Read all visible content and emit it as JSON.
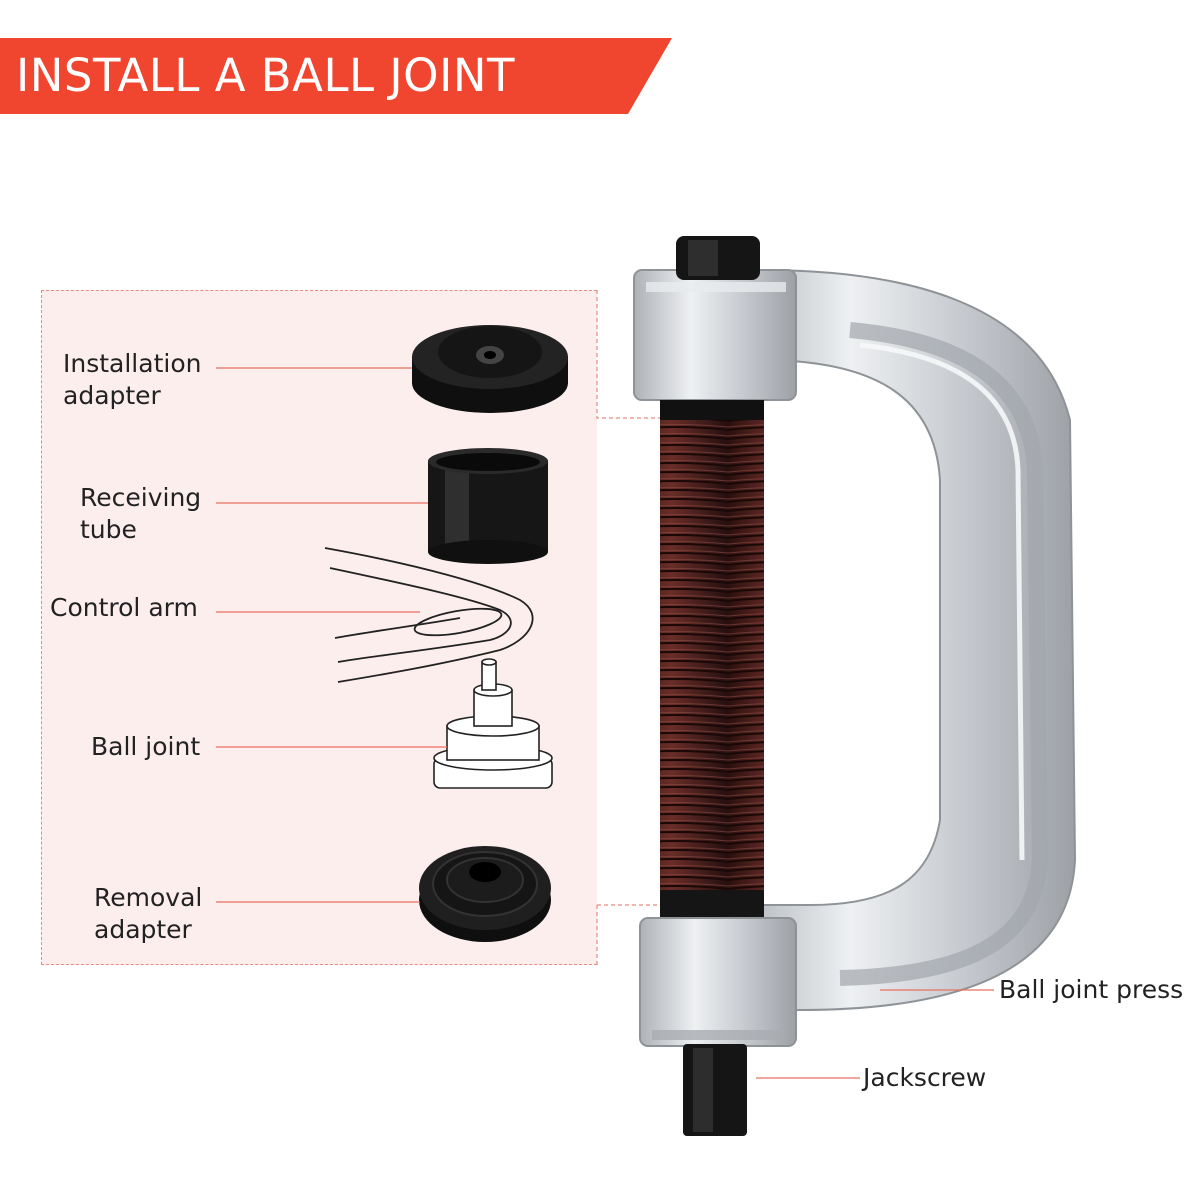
{
  "banner": {
    "title": "INSTALL A BALL JOINT",
    "color": "#f0452f"
  },
  "colors": {
    "accent_line": "#e9705f",
    "panel_fill": "#fdeeee",
    "screw_brown": "#4a1f1c",
    "steel": "#c9ccd0",
    "part_black": "#151515"
  },
  "parts": {
    "installation_adapter": {
      "line1": "Installation",
      "line2": "adapter"
    },
    "receiving_tube": {
      "line1": "Receiving",
      "line2": "tube"
    },
    "control_arm": {
      "label": "Control arm"
    },
    "ball_joint": {
      "label": "Ball joint"
    },
    "removal_adapter": {
      "line1": "Removal",
      "line2": "adapter"
    },
    "ball_joint_press": {
      "label": "Ball joint press"
    },
    "jackscrew": {
      "label": "Jackscrew"
    }
  }
}
